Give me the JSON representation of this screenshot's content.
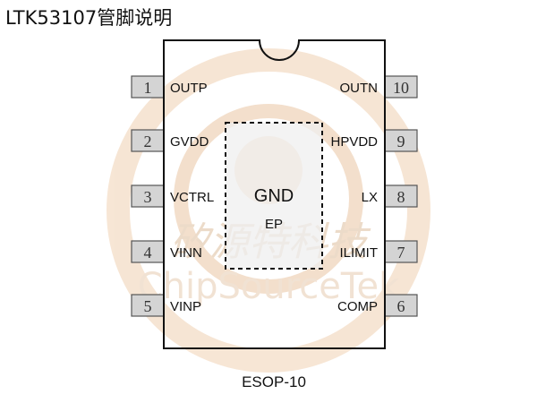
{
  "title": "LTK53107管脚说明",
  "package": "ESOP-10",
  "exposed_pad": {
    "net": "GND",
    "label": "EP"
  },
  "watermark": {
    "cn": "矽源特科技",
    "en": "ChipSourceTek"
  },
  "left_pins": [
    {
      "num": "1",
      "name": "OUTP"
    },
    {
      "num": "2",
      "name": "GVDD"
    },
    {
      "num": "3",
      "name": "VCTRL"
    },
    {
      "num": "4",
      "name": "VINN"
    },
    {
      "num": "5",
      "name": "VINP"
    }
  ],
  "right_pins": [
    {
      "num": "10",
      "name": "OUTN"
    },
    {
      "num": "9",
      "name": "HPVDD"
    },
    {
      "num": "8",
      "name": "LX"
    },
    {
      "num": "7",
      "name": "ILIMIT"
    },
    {
      "num": "6",
      "name": "COMP"
    }
  ],
  "colors": {
    "pin_fill": "#d4d4d4",
    "pad_fill": "#efefef",
    "watermark": "#efc9a4"
  }
}
